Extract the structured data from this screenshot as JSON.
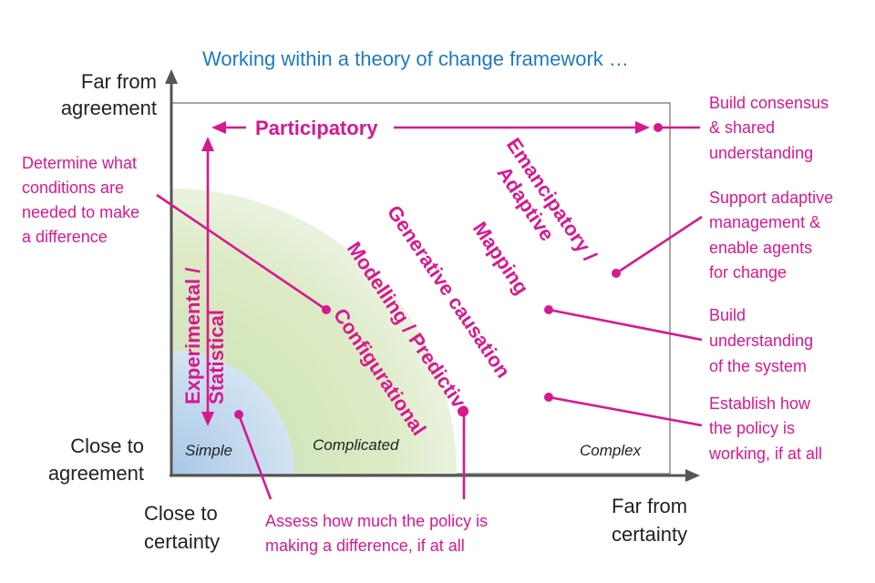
{
  "title": "Working within a theory of change framework …",
  "axes": {
    "y_top": [
      "Far from",
      "agreement"
    ],
    "y_bottom": [
      "Close to",
      "agreement"
    ],
    "x_left": [
      "Close to",
      "certainty"
    ],
    "x_right": [
      "Far from",
      "certainty"
    ]
  },
  "zones": {
    "simple": "Simple",
    "complicated": "Complicated",
    "complex": "Complex"
  },
  "approaches": {
    "participatory": "Participatory",
    "experimental": [
      "Experimental /",
      "Statistical"
    ],
    "configurational": "Configurational",
    "modelling": "Modelling / Predictive",
    "generative": "Generative causation",
    "mapping": "Mapping",
    "emancipatory": [
      "Emancipatory /",
      "Adaptive"
    ]
  },
  "annotations": {
    "build_consensus": [
      "Build consensus",
      "& shared",
      "understanding"
    ],
    "support_adaptive": [
      "Support adaptive",
      "management &",
      "enable agents",
      "for change"
    ],
    "build_understanding": [
      "Build",
      "understanding",
      "of the system"
    ],
    "establish_how": [
      "Establish how",
      "the policy is",
      "working, if at all"
    ],
    "determine_what": [
      "Determine what",
      "conditions are",
      "needed to make",
      "a difference"
    ],
    "assess_how": [
      "Assess how much the policy is",
      "making a difference, if at all"
    ]
  },
  "colors": {
    "accent": "#d6198f",
    "title": "#1f7ac0",
    "axis": "#555555",
    "complicated_zone": "#dcebc6",
    "simple_zone": "#c6dcee"
  }
}
